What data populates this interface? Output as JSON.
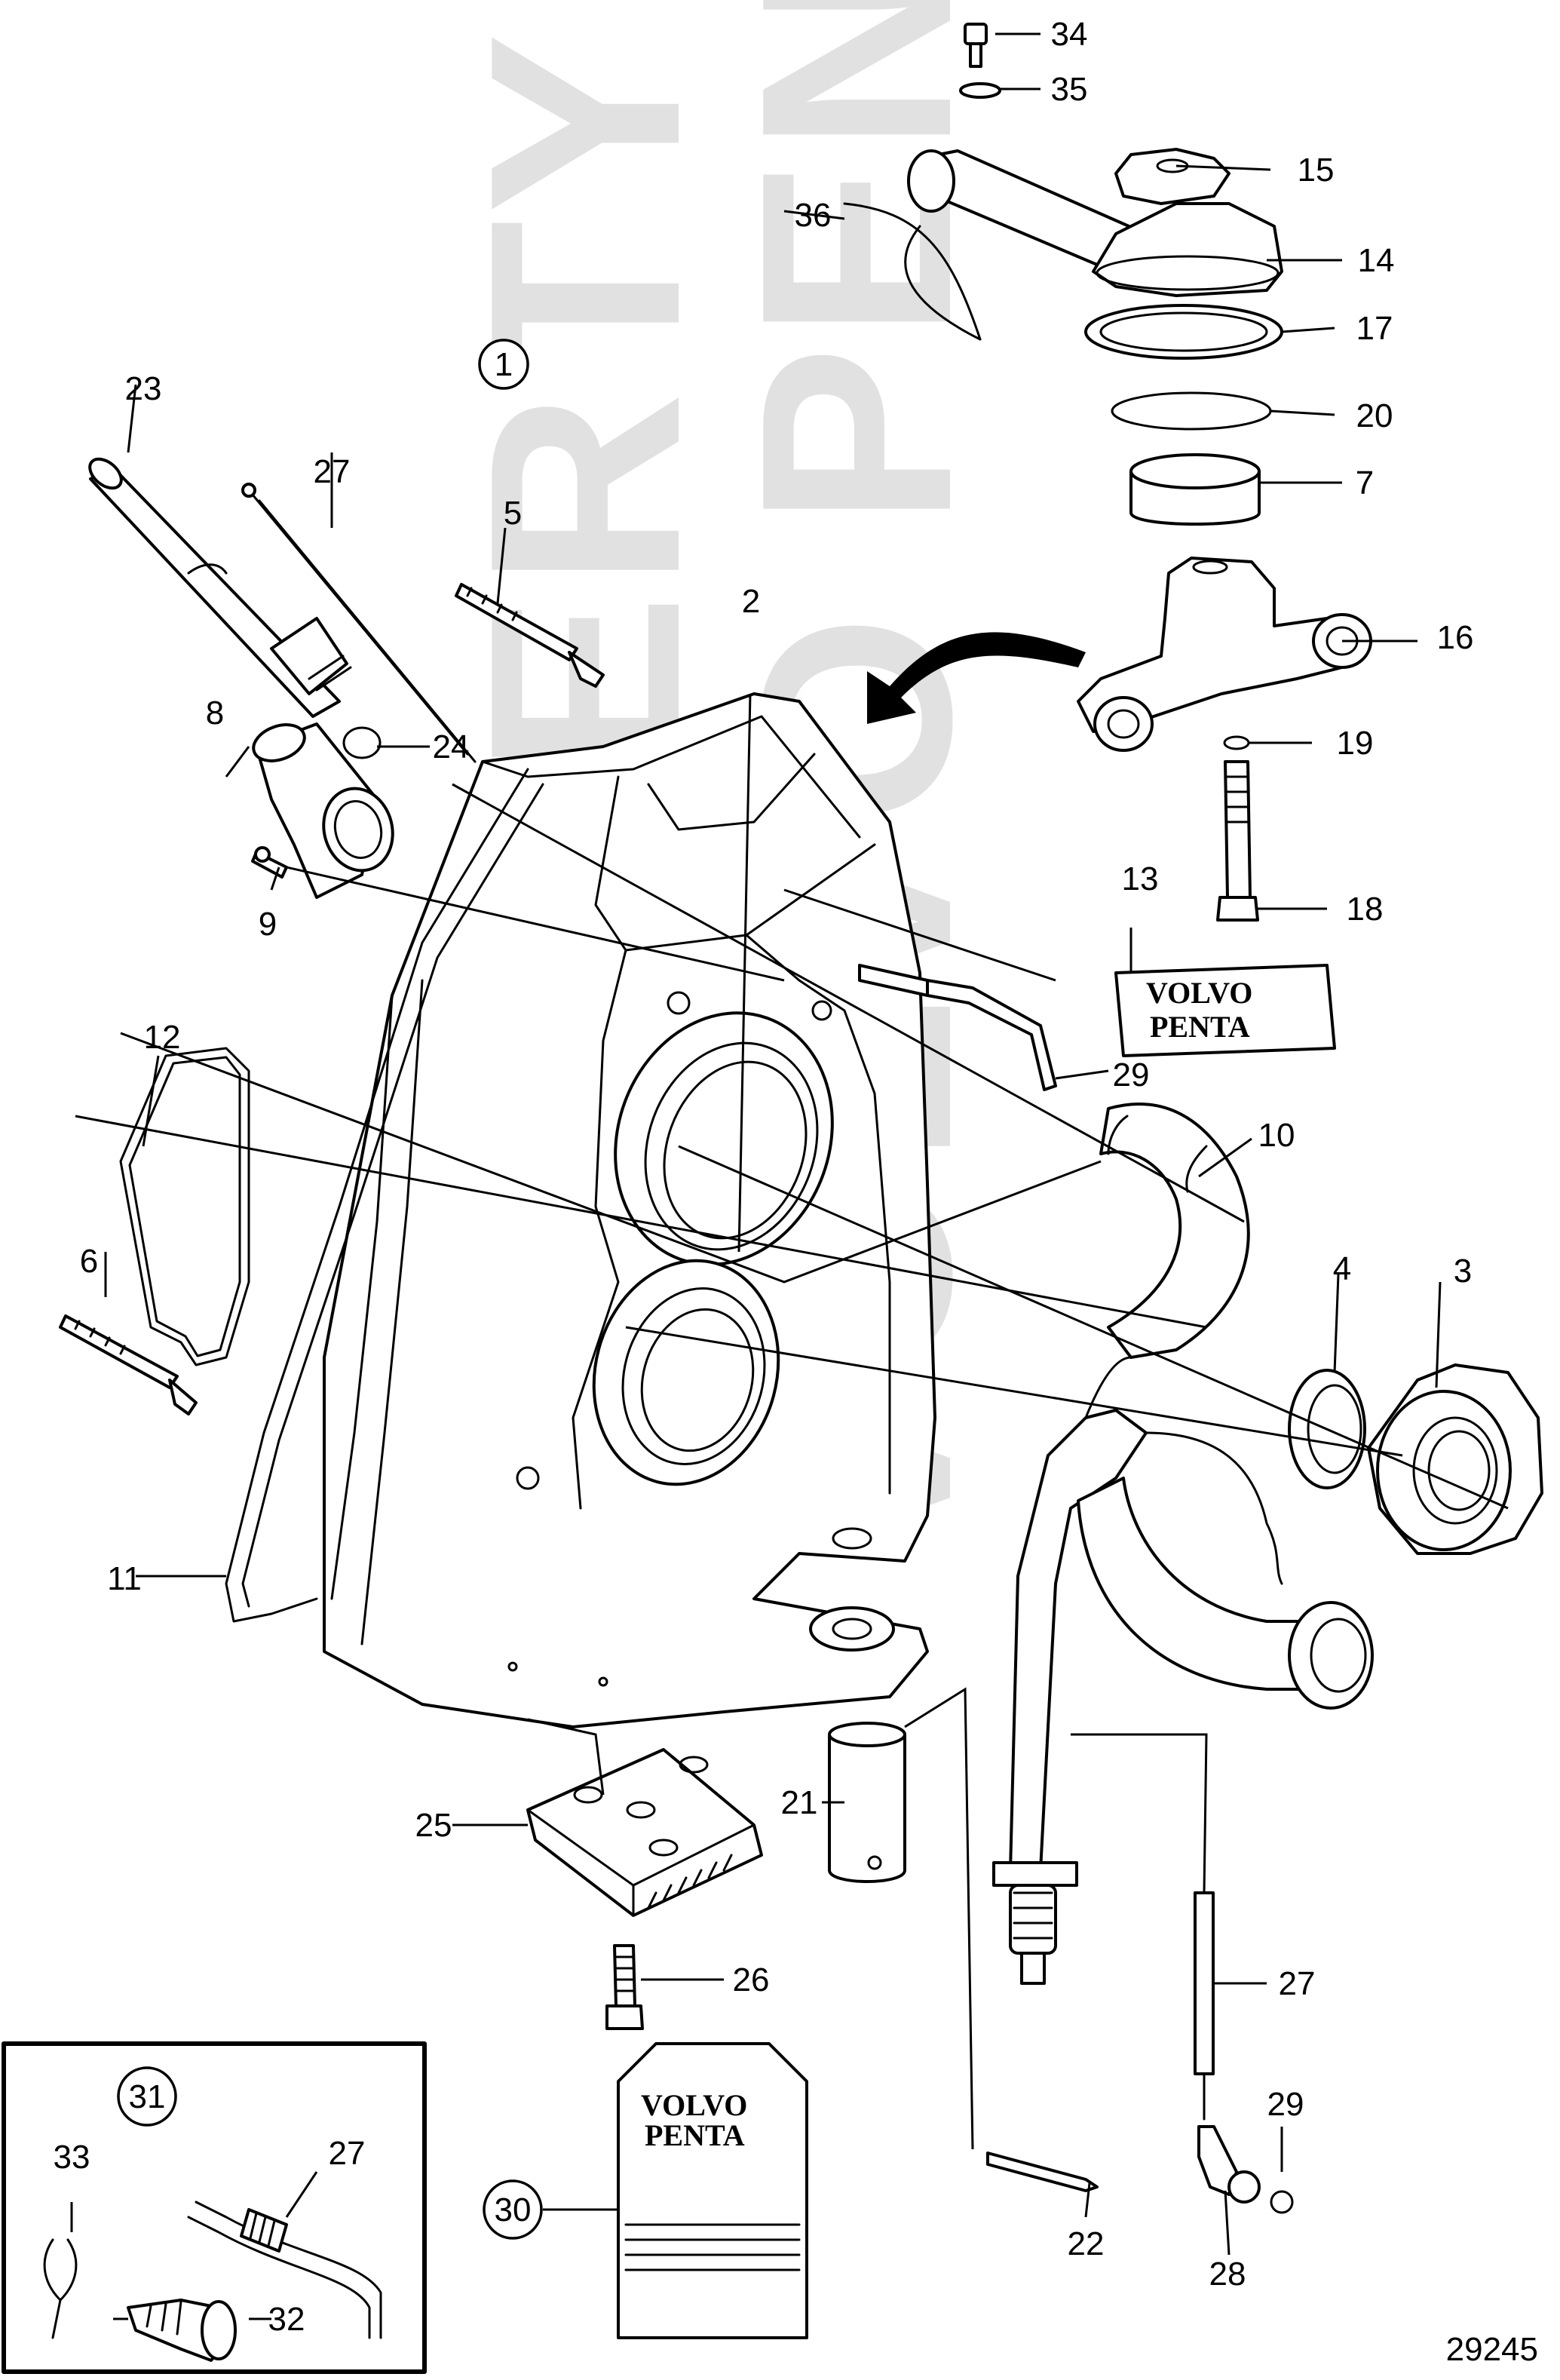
{
  "diagram": {
    "figure_number": "29245",
    "watermark": [
      "PROPERTY OF",
      "VOLVO PENTA"
    ],
    "logo": [
      "VOLVO",
      "PENTA"
    ],
    "callouts": [
      {
        "id": "c1",
        "label": "1",
        "circled": true
      },
      {
        "id": "c2",
        "label": "2"
      },
      {
        "id": "c3",
        "label": "3"
      },
      {
        "id": "c4",
        "label": "4"
      },
      {
        "id": "c5",
        "label": "5"
      },
      {
        "id": "c6",
        "label": "6"
      },
      {
        "id": "c7",
        "label": "7"
      },
      {
        "id": "c8",
        "label": "8"
      },
      {
        "id": "c9",
        "label": "9"
      },
      {
        "id": "c10",
        "label": "10"
      },
      {
        "id": "c11",
        "label": "11"
      },
      {
        "id": "c12",
        "label": "12"
      },
      {
        "id": "c13",
        "label": "13"
      },
      {
        "id": "c14",
        "label": "14"
      },
      {
        "id": "c15",
        "label": "15"
      },
      {
        "id": "c16",
        "label": "16"
      },
      {
        "id": "c17",
        "label": "17"
      },
      {
        "id": "c18",
        "label": "18"
      },
      {
        "id": "c19",
        "label": "19"
      },
      {
        "id": "c20",
        "label": "20"
      },
      {
        "id": "c21",
        "label": "21"
      },
      {
        "id": "c22",
        "label": "22"
      },
      {
        "id": "c23",
        "label": "23"
      },
      {
        "id": "c24",
        "label": "24"
      },
      {
        "id": "c25",
        "label": "25"
      },
      {
        "id": "c26",
        "label": "26"
      },
      {
        "id": "c27a",
        "label": "27"
      },
      {
        "id": "c27b",
        "label": "27"
      },
      {
        "id": "c27c",
        "label": "27"
      },
      {
        "id": "c28",
        "label": "28"
      },
      {
        "id": "c29a",
        "label": "29"
      },
      {
        "id": "c29b",
        "label": "29"
      },
      {
        "id": "c30",
        "label": "30",
        "circled": true
      },
      {
        "id": "c31",
        "label": "31",
        "circled": true
      },
      {
        "id": "c32",
        "label": "32"
      },
      {
        "id": "c33",
        "label": "33"
      },
      {
        "id": "c34",
        "label": "34"
      },
      {
        "id": "c35",
        "label": "35"
      },
      {
        "id": "c36",
        "label": "36"
      }
    ]
  }
}
